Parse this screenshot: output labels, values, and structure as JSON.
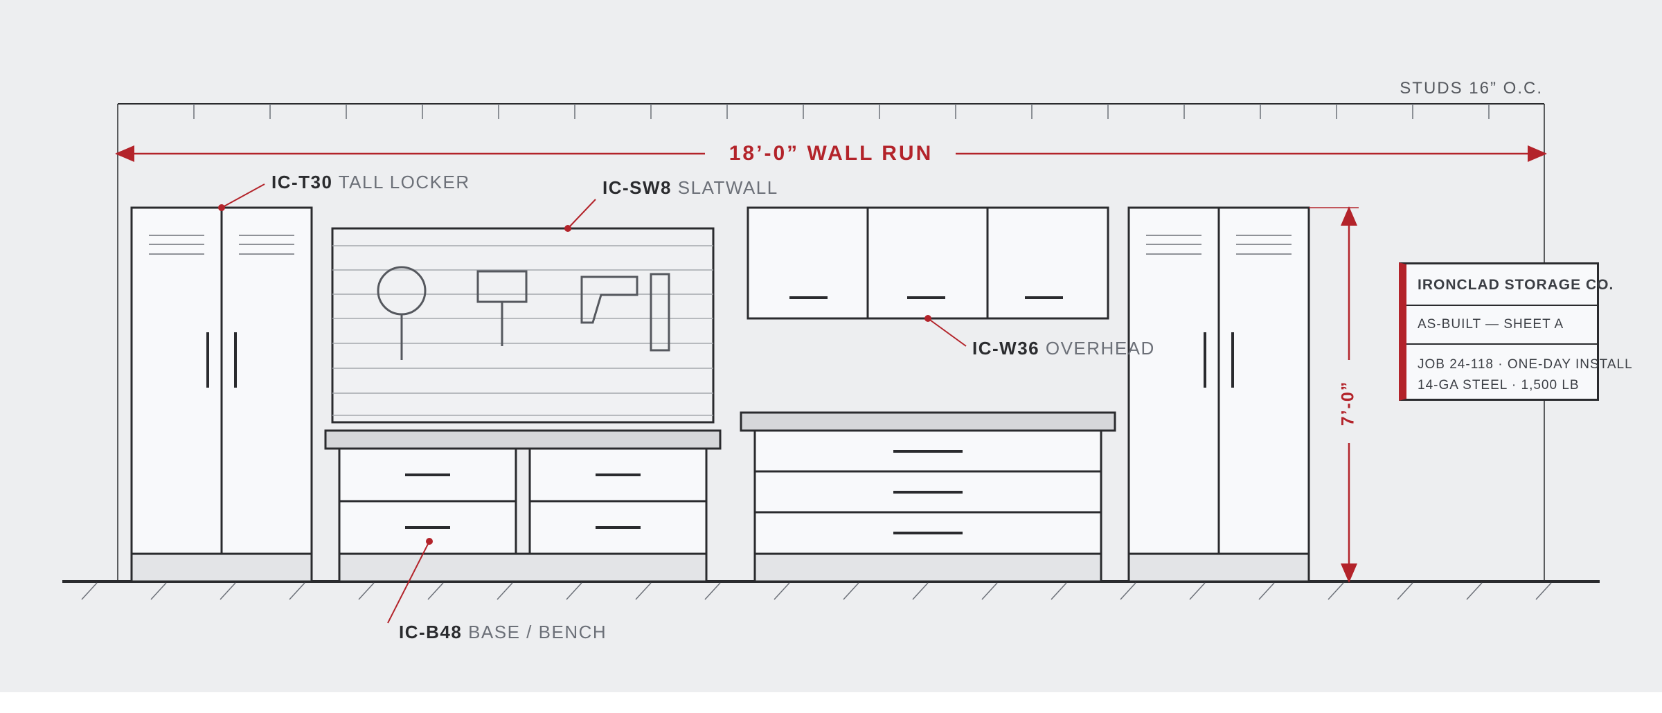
{
  "dimensions": {
    "wall_run": "18’-0” WALL RUN",
    "height": "7’-0”",
    "studs_note": "STUDS 16” O.C."
  },
  "callouts": {
    "tall_locker": {
      "code": "IC-T30",
      "desc": "TALL LOCKER"
    },
    "slatwall": {
      "code": "IC-SW8",
      "desc": "SLATWALL"
    },
    "overhead": {
      "code": "IC-W36",
      "desc": "OVERHEAD"
    },
    "base_bench": {
      "code": "IC-B48",
      "desc": "BASE / BENCH"
    }
  },
  "title_block": {
    "company": "IRONCLAD STORAGE CO.",
    "sheet": "AS-BUILT — SHEET A",
    "job": "JOB 24-118 · ONE-DAY INSTALL",
    "spec": "14-GA STEEL · 1,500 LB"
  },
  "colors": {
    "background": "#edeef0",
    "accent": "#b3232a",
    "line": "#2a2b2e",
    "cabinet_fill": "#f8f9fb",
    "plinth_fill": "#e3e4e7",
    "countertop_fill": "#d6d7da"
  }
}
